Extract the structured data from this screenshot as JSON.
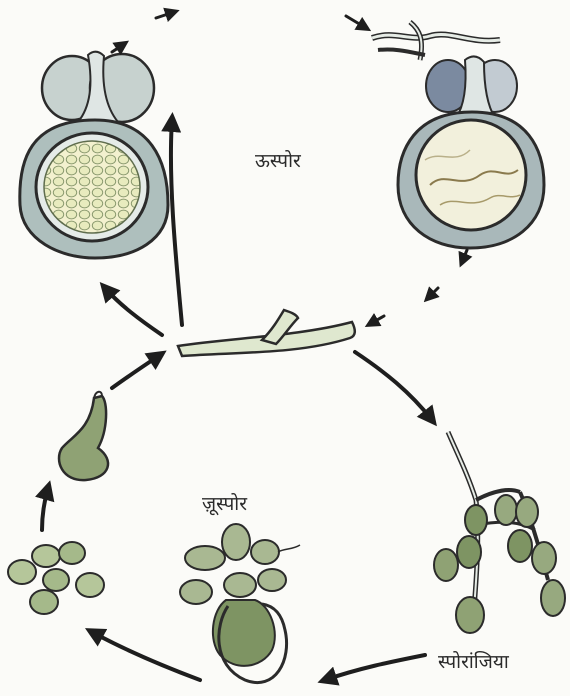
{
  "labels": {
    "oospore": "ऊस्पोर",
    "zoospore": "ज़ूस्पोर",
    "sporangia": "स्पोरांजिया"
  },
  "colors": {
    "outline": "#2b2b2b",
    "cell_fill": "#aebfbd",
    "cell_fill_light": "#dfe6e4",
    "spore_fill": "#c8d8a8",
    "spore_fill_dark": "#7e9463",
    "hypha_fill": "#dfe8cf",
    "arrow": "#1e1e1e"
  },
  "icons": [
    "oogonium-with-oospore",
    "germinating-oospore",
    "mycelium-hypha",
    "sporangiophore",
    "zoospore-release",
    "encysted-zoospores",
    "germ-tube"
  ]
}
